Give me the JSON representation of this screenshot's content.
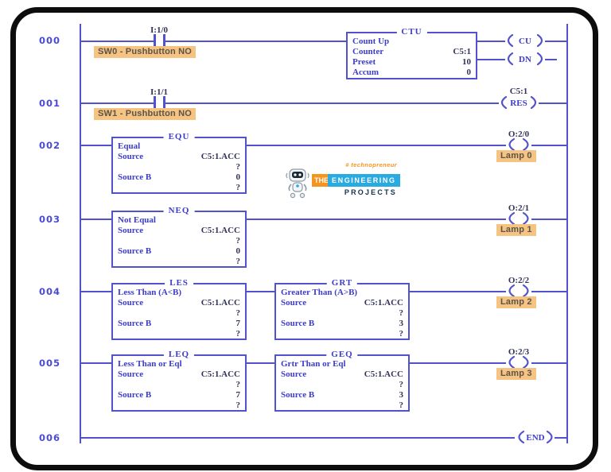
{
  "colors": {
    "wire": "#5252cc",
    "text": "#3c3ccd",
    "addr": "#333358",
    "rnum": "#4a4ad6",
    "label_bg": "#f5c382",
    "label_text": "#5c5348",
    "accent_orange": "#f7941e",
    "accent_cyan": "#29abe2",
    "brand_dark": "#16324c"
  },
  "watermark": {
    "hashtag": "# technopreneur",
    "the": "THE",
    "engineering": "ENGINEERING",
    "projects": "PROJECTS",
    "robot_icon": "robot-icon"
  },
  "rungs": [
    {
      "num": "000",
      "contact": {
        "address": "I:1/0",
        "label": "SW0 - Pushbutton NO"
      },
      "block": {
        "mnemonic": "CTU",
        "rows": [
          {
            "l": "Count Up",
            "v": ""
          },
          {
            "l": "Counter",
            "v": "C5:1"
          },
          {
            "l": "Preset",
            "v": "10"
          },
          {
            "l": "Accum",
            "v": "0"
          }
        ]
      },
      "coil_cu": "CU",
      "coil_dn": "DN"
    },
    {
      "num": "001",
      "contact": {
        "address": "I:1/1",
        "label": "SW1 - Pushbutton NO"
      },
      "coil": {
        "address": "C5:1",
        "text": "RES"
      }
    },
    {
      "num": "002",
      "block": {
        "mnemonic": "EQU",
        "rows": [
          {
            "l": "Equal",
            "v": ""
          },
          {
            "l": "Source",
            "v": "C5:1.ACC"
          },
          {
            "l": "",
            "v": "?"
          },
          {
            "l": "Source B",
            "v": "0"
          },
          {
            "l": "",
            "v": "?"
          }
        ]
      },
      "output": {
        "address": "O:2/0",
        "label": "Lamp 0"
      }
    },
    {
      "num": "003",
      "block": {
        "mnemonic": "NEQ",
        "rows": [
          {
            "l": "Not Equal",
            "v": ""
          },
          {
            "l": "Source",
            "v": "C5:1.ACC"
          },
          {
            "l": "",
            "v": "?"
          },
          {
            "l": "Source B",
            "v": "0"
          },
          {
            "l": "",
            "v": "?"
          }
        ]
      },
      "output": {
        "address": "O:2/1",
        "label": "Lamp 1"
      }
    },
    {
      "num": "004",
      "block": {
        "mnemonic": "LES",
        "rows": [
          {
            "l": "Less Than (A<B)",
            "v": ""
          },
          {
            "l": "Source",
            "v": "C5:1.ACC"
          },
          {
            "l": "",
            "v": "?"
          },
          {
            "l": "Source B",
            "v": "7"
          },
          {
            "l": "",
            "v": "?"
          }
        ]
      },
      "block2": {
        "mnemonic": "GRT",
        "rows": [
          {
            "l": "Greater Than (A>B)",
            "v": ""
          },
          {
            "l": "Source",
            "v": "C5:1.ACC"
          },
          {
            "l": "",
            "v": "?"
          },
          {
            "l": "Source B",
            "v": "3"
          },
          {
            "l": "",
            "v": "?"
          }
        ]
      },
      "output": {
        "address": "O:2/2",
        "label": "Lamp 2"
      }
    },
    {
      "num": "005",
      "block": {
        "mnemonic": "LEQ",
        "rows": [
          {
            "l": "Less Than or Eql",
            "v": ""
          },
          {
            "l": "Source",
            "v": "C5:1.ACC"
          },
          {
            "l": "",
            "v": "?"
          },
          {
            "l": "Source B",
            "v": "7"
          },
          {
            "l": "",
            "v": "?"
          }
        ]
      },
      "block2": {
        "mnemonic": "GEQ",
        "rows": [
          {
            "l": "Grtr Than or Eql",
            "v": ""
          },
          {
            "l": "Source",
            "v": "C5:1.ACC"
          },
          {
            "l": "",
            "v": "?"
          },
          {
            "l": "Source B",
            "v": "3"
          },
          {
            "l": "",
            "v": "?"
          }
        ]
      },
      "output": {
        "address": "O:2/3",
        "label": "Lamp 3"
      }
    },
    {
      "num": "006",
      "coil": {
        "text": "END"
      }
    }
  ]
}
